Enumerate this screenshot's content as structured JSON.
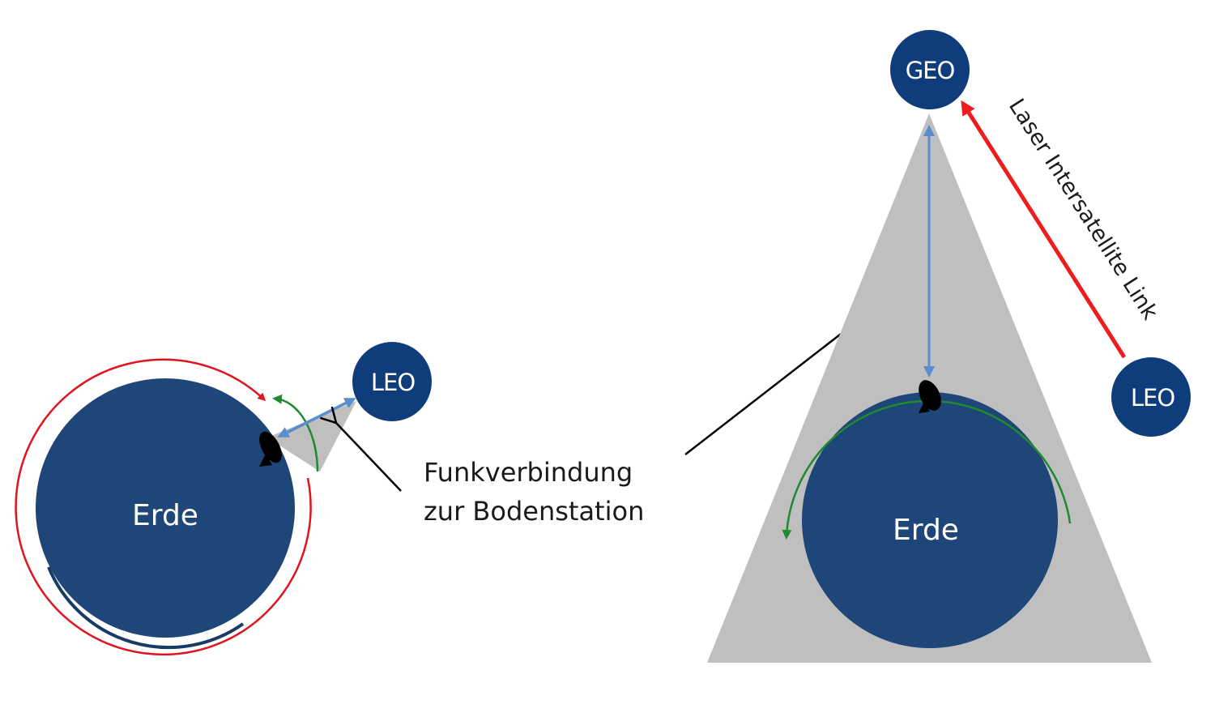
{
  "left_scene": {
    "earth_label": "Erde",
    "satellite_label": "LEO"
  },
  "callout": {
    "line1": "Funkverbindung",
    "line2": "zur Bodenstation"
  },
  "right_scene": {
    "earth_label": "Erde",
    "geo_label": "GEO",
    "leo_label": "LEO",
    "laser_link_label": "Laser Intersatellite Link"
  },
  "colors": {
    "earth": "#1f4678",
    "satellite": "#0f3c7a",
    "coverage": "#bfbfbf",
    "orbit_red": "#e0141e",
    "rotation_green": "#1f8a2e",
    "radio_blue": "#5b8ccc",
    "laser_red": "#ee1c1c"
  }
}
